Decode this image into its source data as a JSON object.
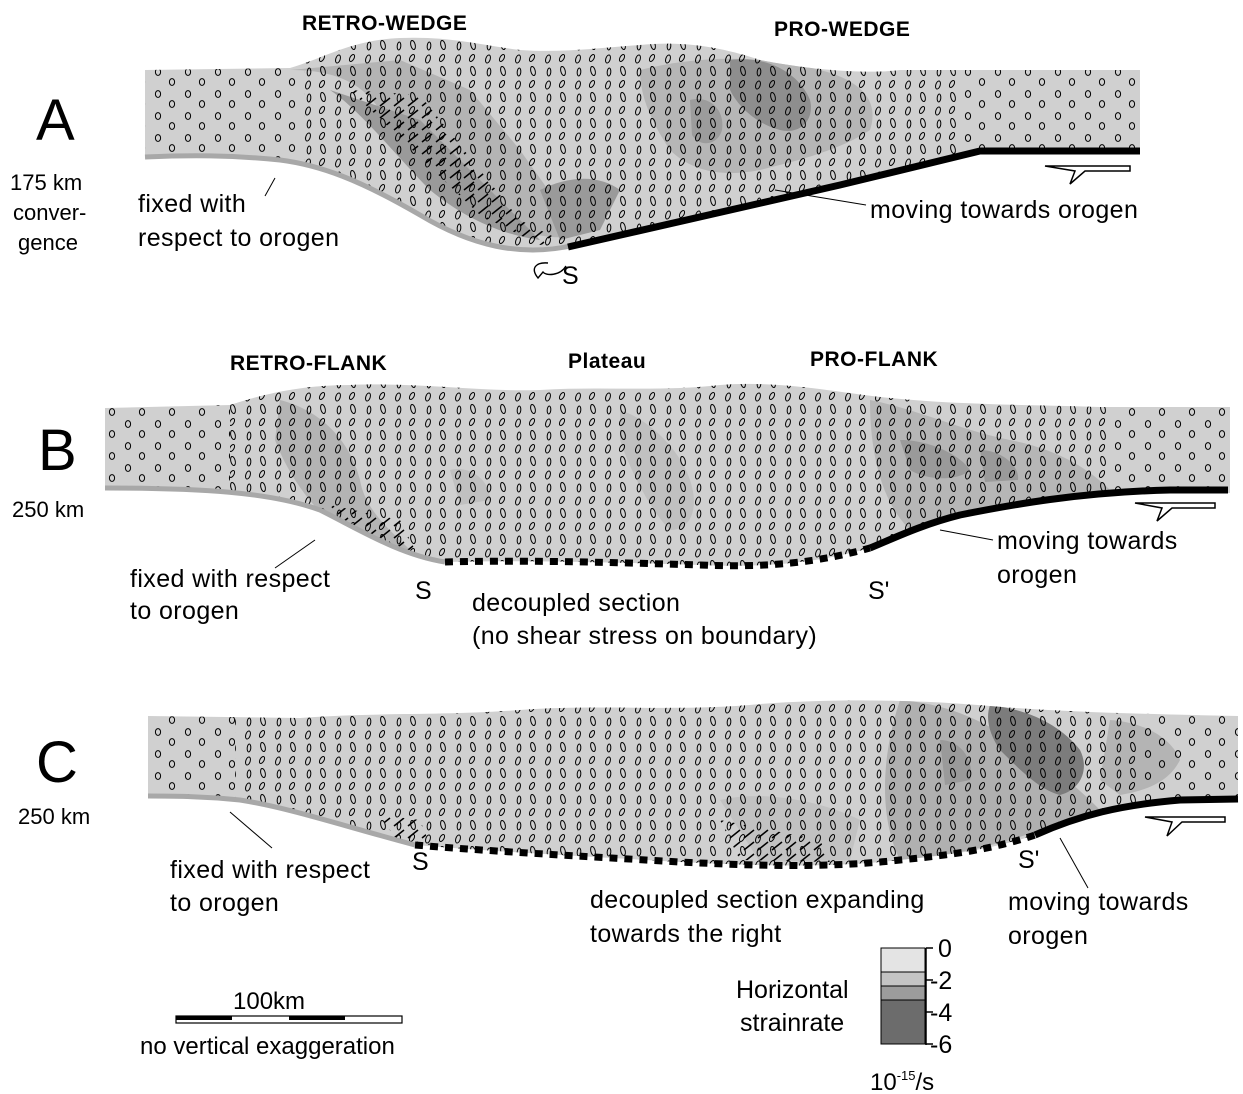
{
  "panels": [
    {
      "letter": "A",
      "convergence": [
        "175 km",
        "conver-",
        "gence"
      ],
      "headers": [
        "RETRO-WEDGE",
        "PRO-WEDGE"
      ],
      "fixed_label": [
        "fixed with",
        "respect to orogen"
      ],
      "moving_label": [
        "moving towards orogen"
      ],
      "s_labels": [
        "S"
      ],
      "decoupled_label": []
    },
    {
      "letter": "B",
      "convergence": [
        "250 km"
      ],
      "headers": [
        "RETRO-FLANK",
        "Plateau",
        "PRO-FLANK"
      ],
      "fixed_label": [
        "fixed with respect",
        "to orogen"
      ],
      "moving_label": [
        "moving towards",
        "orogen"
      ],
      "s_labels": [
        "S",
        "S'"
      ],
      "decoupled_label": [
        "decoupled section",
        "(no shear stress on boundary)"
      ]
    },
    {
      "letter": "C",
      "convergence": [
        "250 km"
      ],
      "headers": [],
      "fixed_label": [
        "fixed with respect",
        "to orogen"
      ],
      "moving_label": [
        "moving towards",
        "orogen"
      ],
      "s_labels": [
        "S",
        "S'"
      ],
      "decoupled_label": [
        "decoupled section expanding",
        "towards the right"
      ]
    }
  ],
  "legend": {
    "title": [
      "Horizontal",
      "strainrate"
    ],
    "ticks": [
      "0",
      "-2",
      "-4",
      "-6"
    ],
    "unit": "10",
    "unit_exp": "-15",
    "unit_suffix": "/s",
    "colors": [
      "#e4e4e4",
      "#c4c4c4",
      "#9c9c9c",
      "#6c6c6c"
    ]
  },
  "scalebar": {
    "label": "100km",
    "caption": "no vertical exaggeration"
  },
  "colors": {
    "base": "#d0d0d0",
    "medium": "#b4b4b4",
    "dark": "#8e8e8e",
    "fixed_boundary": "#a8a8a8",
    "moving_boundary": "#000000"
  }
}
